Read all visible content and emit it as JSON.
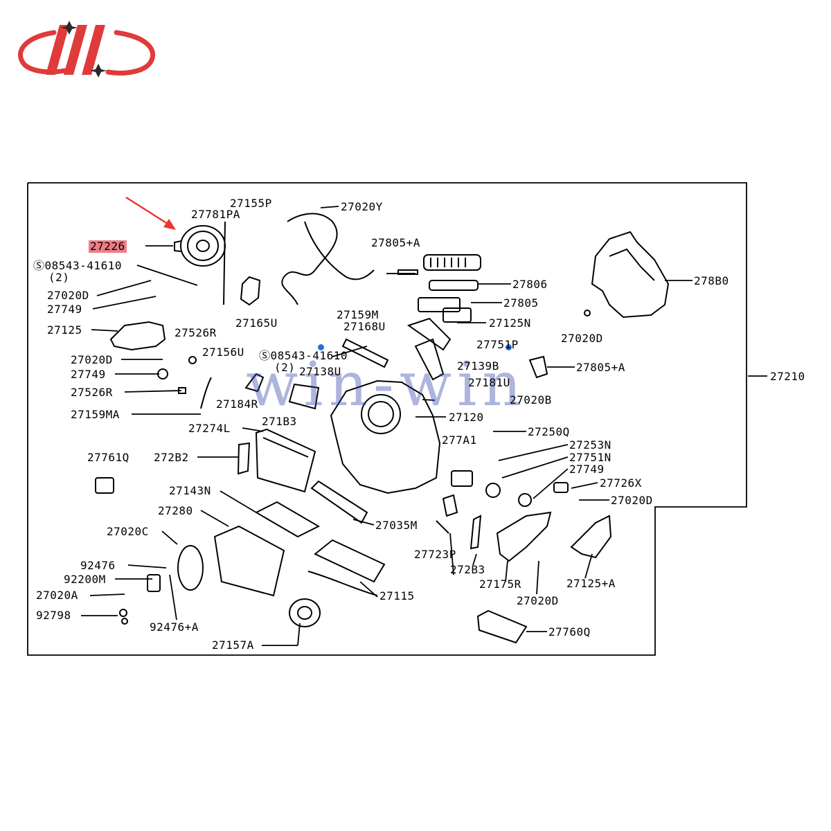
{
  "colors": {
    "line": "#000000",
    "arrow": "#e8372b",
    "highlight": "#ef7d86",
    "logo_red": "#e03a3a",
    "logo_dark": "#2a2a2a",
    "watermark": "#2a3fa8"
  },
  "logo": {
    "name": "win-win-logo"
  },
  "watermark": {
    "text": "win-win"
  },
  "highlight_part": "27226",
  "labels": [
    {
      "id": "p27155P",
      "text": "27155P"
    },
    {
      "id": "p27781PA",
      "text": "27781PA"
    },
    {
      "id": "p27020Y",
      "text": "27020Y"
    },
    {
      "id": "p27226",
      "text": "27226"
    },
    {
      "id": "s08543a",
      "text": "Ⓢ08543-41610"
    },
    {
      "id": "qty2a",
      "text": "(2)"
    },
    {
      "id": "p27805A_top",
      "text": "27805+A"
    },
    {
      "id": "p27806",
      "text": "27806"
    },
    {
      "id": "p278B0",
      "text": "278B0"
    },
    {
      "id": "p27020D_a",
      "text": "27020D"
    },
    {
      "id": "p27749_a",
      "text": "27749"
    },
    {
      "id": "p27805",
      "text": "27805"
    },
    {
      "id": "p27159M",
      "text": "27159M"
    },
    {
      "id": "p27168U",
      "text": "27168U"
    },
    {
      "id": "p27125N",
      "text": "27125N"
    },
    {
      "id": "p27125",
      "text": "27125"
    },
    {
      "id": "p27526R_a",
      "text": "27526R"
    },
    {
      "id": "p27165U",
      "text": "27165U"
    },
    {
      "id": "p27020D_b",
      "text": "27020D"
    },
    {
      "id": "p27751P",
      "text": "27751P"
    },
    {
      "id": "p27020D_c",
      "text": "27020D"
    },
    {
      "id": "p27156U",
      "text": "27156U"
    },
    {
      "id": "s08543b",
      "text": "Ⓢ08543-41610"
    },
    {
      "id": "qty2b",
      "text": "(2)"
    },
    {
      "id": "p27138U",
      "text": "27138U"
    },
    {
      "id": "p27139B",
      "text": "27139B"
    },
    {
      "id": "p27805A_right",
      "text": "27805+A"
    },
    {
      "id": "p27749_b",
      "text": "27749"
    },
    {
      "id": "p27181U",
      "text": "27181U"
    },
    {
      "id": "p27210",
      "text": "27210"
    },
    {
      "id": "p27526R_b",
      "text": "27526R"
    },
    {
      "id": "p27184R",
      "text": "27184R"
    },
    {
      "id": "p27020B",
      "text": "27020B"
    },
    {
      "id": "p27159MA",
      "text": "27159MA"
    },
    {
      "id": "p271B3",
      "text": "271B3"
    },
    {
      "id": "p27120",
      "text": "27120"
    },
    {
      "id": "p27274L",
      "text": "27274L"
    },
    {
      "id": "p27250Q",
      "text": "27250Q"
    },
    {
      "id": "p277A1",
      "text": "277A1"
    },
    {
      "id": "p27253N",
      "text": "27253N"
    },
    {
      "id": "p27761Q",
      "text": "27761Q"
    },
    {
      "id": "p272B2",
      "text": "272B2"
    },
    {
      "id": "p27751N",
      "text": "27751N"
    },
    {
      "id": "p27749_c",
      "text": "27749"
    },
    {
      "id": "p27726X",
      "text": "27726X"
    },
    {
      "id": "p27143N",
      "text": "27143N"
    },
    {
      "id": "p27020D_d",
      "text": "27020D"
    },
    {
      "id": "p27280",
      "text": "27280"
    },
    {
      "id": "p27035M",
      "text": "27035M"
    },
    {
      "id": "p27020C",
      "text": "27020C"
    },
    {
      "id": "p92476",
      "text": "92476"
    },
    {
      "id": "p27723P",
      "text": "27723P"
    },
    {
      "id": "p272B3",
      "text": "272B3"
    },
    {
      "id": "p92200M",
      "text": "92200M"
    },
    {
      "id": "p27175R",
      "text": "27175R"
    },
    {
      "id": "p27125A",
      "text": "27125+A"
    },
    {
      "id": "p27020A",
      "text": "27020A"
    },
    {
      "id": "p27115",
      "text": "27115"
    },
    {
      "id": "p27020D_e",
      "text": "27020D"
    },
    {
      "id": "p92798",
      "text": "92798"
    },
    {
      "id": "p92476A",
      "text": "92476+A"
    },
    {
      "id": "p27760Q",
      "text": "27760Q"
    },
    {
      "id": "p27157A",
      "text": "27157A"
    }
  ]
}
